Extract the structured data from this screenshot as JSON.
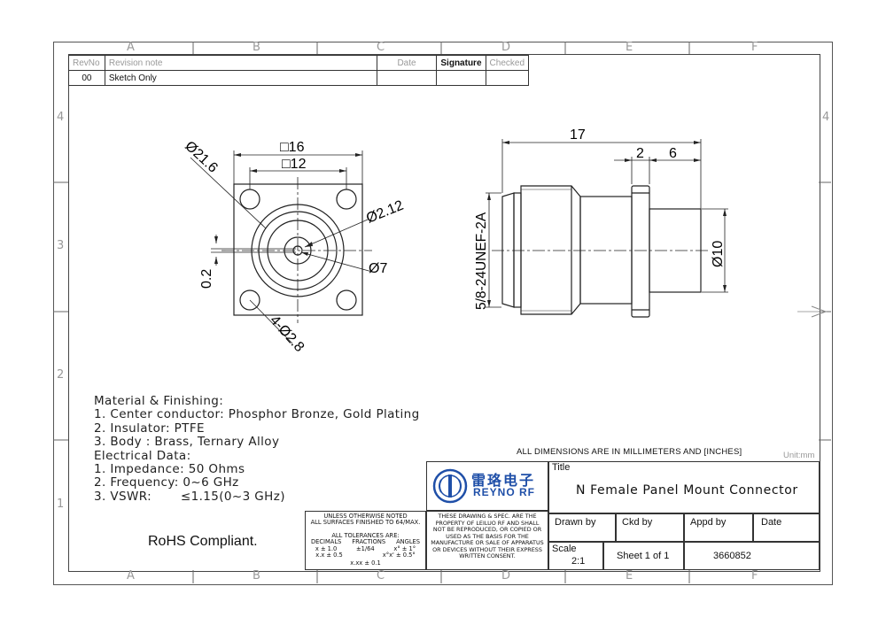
{
  "zones": {
    "top": [
      "A",
      "B",
      "C",
      "D",
      "E",
      "F"
    ],
    "bottom": [
      "A",
      "B",
      "C",
      "D",
      "E",
      "F"
    ],
    "left": [
      "4",
      "3",
      "2",
      "1"
    ],
    "right": [
      "4"
    ]
  },
  "revision_table": {
    "headers": [
      "RevNo",
      "Revision note",
      "Date",
      "Signature",
      "Checked"
    ],
    "row": {
      "rev": "00",
      "note": "Sketch Only"
    }
  },
  "front_view": {
    "dim_outer_square": "□16",
    "dim_inner_square": "□12",
    "dim_flange_dia": "Ø21.6",
    "dim_pin_dia": "Ø2.12",
    "dim_insulator_dia": "Ø7",
    "dim_offset": "0.2",
    "dim_holes": "4-Ø2.8"
  },
  "side_view": {
    "dim_length": "17",
    "dim_flange": "2",
    "dim_rear": "6",
    "dim_thread": "5/8-24UNEF-2A",
    "dim_body_dia": "Ø10"
  },
  "notes": [
    "Material & Finishing:",
    "1. Center conductor: Phosphor Bronze, Gold Plating",
    "2. Insulator: PTFE",
    "3. Body : Brass, Ternary Alloy",
    "Electrical Data:",
    "1. Impedance: 50 Ohms",
    "2. Frequency: 0~6 GHz",
    "3. VSWR:       ≤1.15(0~3 GHz)"
  ],
  "rohs": "RoHS Compliant.",
  "dimensions_note": "ALL DIMENSIONS ARE IN MILLIMETERS AND [INCHES]",
  "unit": "Unit:mm",
  "tolerance": {
    "line1": "UNLESS OTHERWISE NOTED",
    "line2": "ALL SURFACES FINISHED TO 64/MAX.",
    "line3": "ALL TOLERANCES ARE:",
    "col_headers": [
      "DECIMALS",
      "FRACTIONS",
      "ANGLES"
    ],
    "dec1": "x ± 1.0",
    "dec2": "x.x ± 0.5",
    "dec3": "x.xx ± 0.1",
    "frac": "±1/64",
    "ang1": "x° ± 1°",
    "ang2": "x°x' ± 0.5°"
  },
  "property_notice": "THESE DRAWING & SPEC. ARE THE PROPERTY OF LEILUO RF AND SHALL NOT BE REPRODUCED, OR COPIED OR USED AS THE BASIS FOR THE MANUFACTURE OR SALE OF APPARATUS OR DEVICES WITHOUT THEIR EXPRESS WRITTEN CONSENT.",
  "logo": {
    "cn": "雷珞电子",
    "en": "REYNO RF"
  },
  "title_block": {
    "title_label": "Title",
    "title": "N Female Panel Mount Connector",
    "drawn_by": "Drawn by",
    "ckd_by": "Ckd by",
    "appd_by": "Appd by",
    "date": "Date",
    "scale_label": "Scale",
    "scale": "2:1",
    "sheet": "Sheet 1 of 1",
    "part_no": "3660852"
  },
  "colors": {
    "line": "#222222",
    "logo_blue": "#1f4fa8",
    "zone_grey": "#999999"
  }
}
